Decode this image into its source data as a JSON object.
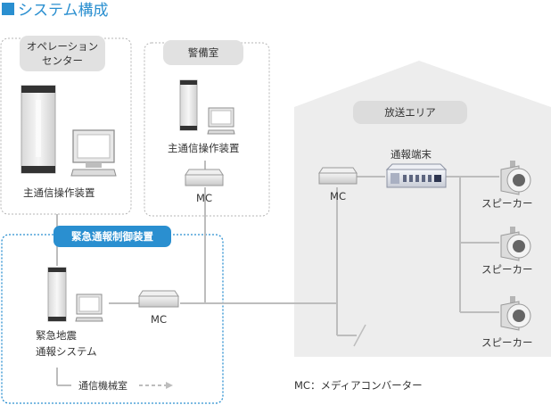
{
  "title": "システム構成",
  "colors": {
    "accent": "#2a8fd0",
    "line": "#bdbdbd",
    "area": "#ededed",
    "pill": "#e1e1e1"
  },
  "sections": {
    "operation_center": {
      "label_line1": "オペレーション",
      "label_line2": "センター",
      "device_label": "主通信操作装置"
    },
    "security_room": {
      "label": "警備室",
      "device_label": "主通信操作装置",
      "converter_label": "MC"
    },
    "broadcast_area": {
      "label": "放送エリア",
      "converter_label": "MC",
      "terminal_label": "通報端末",
      "speakers": [
        "スピーカー",
        "スピーカー",
        "スピーカー"
      ]
    },
    "emergency_control": {
      "label": "緊急通報制御装置",
      "system_label_line1": "緊急地震",
      "system_label_line2": "通報システム",
      "converter_label": "MC",
      "machine_room_label": "通信機械室"
    }
  },
  "legend": "MC：メディアコンバーター"
}
